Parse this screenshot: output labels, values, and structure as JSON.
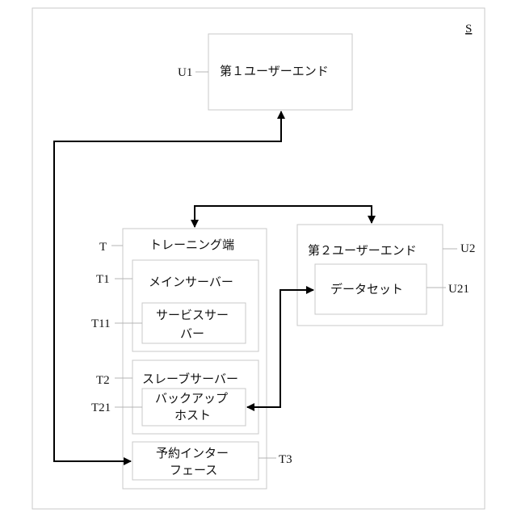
{
  "system": {
    "ref": "S"
  },
  "first_user_end": {
    "label": "第１ユーザーエンド",
    "ref": "U1"
  },
  "training_end": {
    "label": "トレーニング端",
    "ref": "T"
  },
  "main_server": {
    "label": "メインサーバー",
    "ref": "T1"
  },
  "service_server": {
    "label_line1": "サービスサー",
    "label_line2": "バー",
    "ref": "T11"
  },
  "slave_server": {
    "label": "スレーブサーバー",
    "ref": "T2"
  },
  "backup_host": {
    "label_line1": "バックアップ",
    "label_line2": "ホスト",
    "ref": "T21"
  },
  "reservation_interface": {
    "label_line1": "予約インター",
    "label_line2": "フェース",
    "ref": "T3"
  },
  "second_user_end": {
    "label": "第２ユーザーエンド",
    "ref": "U2"
  },
  "dataset": {
    "label": "データセット",
    "ref": "U21"
  }
}
